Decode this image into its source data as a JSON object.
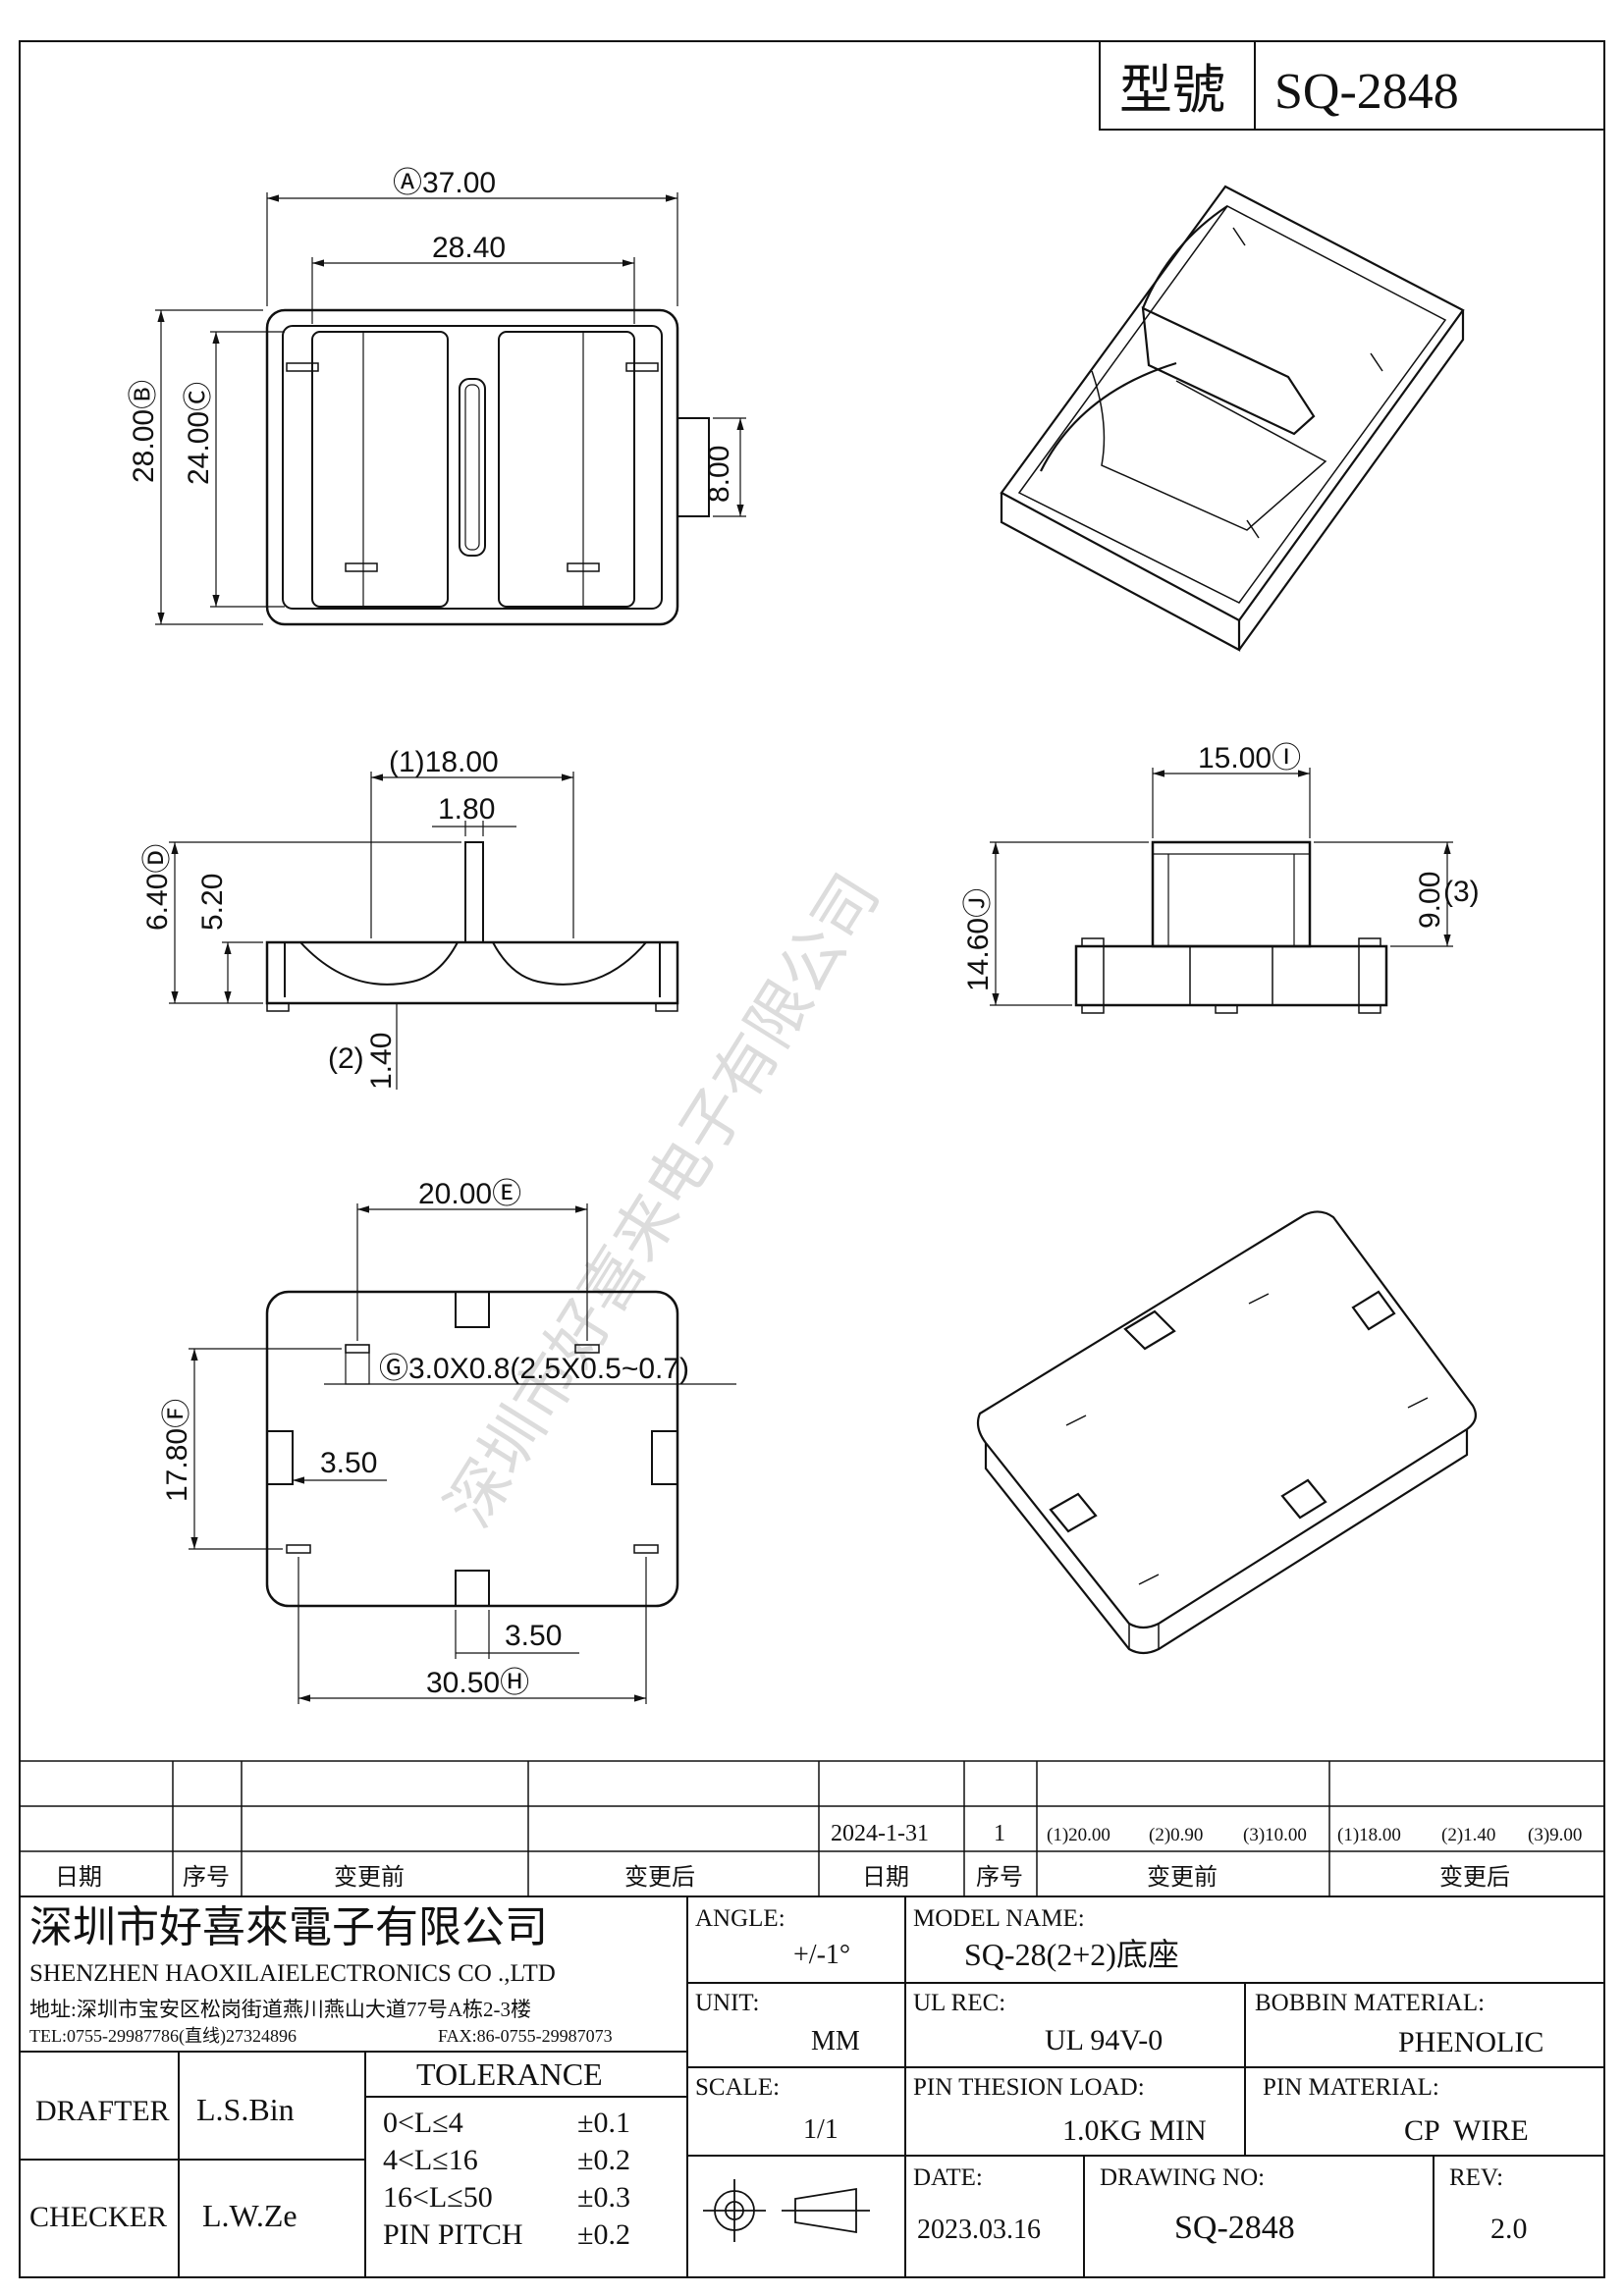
{
  "title_block": {
    "model_label": "型號",
    "model_value": "SQ-2848"
  },
  "watermark": "深圳市好喜来电子有限公司",
  "dims": {
    "a": "Ⓐ37.00",
    "top_inner": "28.40",
    "b": "28.00Ⓑ",
    "c": "24.00Ⓒ",
    "side_tab": "8.00",
    "front_1": "(1)18.00",
    "front_pin": "1.80",
    "d": "6.40Ⓓ",
    "front_520": "5.20",
    "front_2_label": "(2)",
    "front_2_val": "1.40",
    "i": "15.00Ⓘ",
    "j": "14.60Ⓙ",
    "side_3_val": "9.00",
    "side_3_label": "(3)",
    "e": "20.00Ⓔ",
    "g": "Ⓖ3.0X0.8(2.5X0.5~0.7)",
    "f": "17.80Ⓕ",
    "bot_350a": "3.50",
    "bot_350b": "3.50",
    "h": "30.50Ⓗ"
  },
  "revision": {
    "date": "2024-1-31",
    "seq": "1",
    "before": [
      "(1)20.00",
      "(2)0.90",
      "(3)10.00"
    ],
    "after": [
      "(1)18.00",
      "(2)1.40",
      "(3)9.00"
    ],
    "headers": [
      "日期",
      "序号",
      "变更前",
      "变更后",
      "日期",
      "序号",
      "变更前",
      "变更后"
    ]
  },
  "company": {
    "name_cn": "深圳市好喜來電子有限公司",
    "name_en": "SHENZHEN HAOXILAIELECTRONICS CO .,LTD",
    "address": "地址:深圳市宝安区松岗街道燕川燕山大道77号A栋2-3楼",
    "tel": "TEL:0755-29987786(直线)27324896",
    "fax": "FAX:86-0755-29987073"
  },
  "people": {
    "drafter_label": "DRAFTER",
    "drafter": "L.S.Bin",
    "checker_label": "CHECKER",
    "checker": "L.W.Ze"
  },
  "tolerance": {
    "title": "TOLERANCE",
    "rows": [
      [
        "0<L≤4",
        "±0.1"
      ],
      [
        "4<L≤16",
        "±0.2"
      ],
      [
        "16<L≤50",
        "±0.3"
      ],
      [
        "PIN PITCH",
        "±0.2"
      ]
    ]
  },
  "specs": {
    "angle_label": "ANGLE:",
    "angle": "+/-1°",
    "unit_label": "UNIT:",
    "unit": "MM",
    "scale_label": "SCALE:",
    "scale": "1/1",
    "model_name_label": "MODEL NAME:",
    "model_name": "SQ-28(2+2)底座",
    "ul_label": "UL REC:",
    "ul": "UL 94V-0",
    "bobbin_label": "BOBBIN MATERIAL:",
    "bobbin": "PHENOLIC",
    "pin_load_label": "PIN THESION LOAD:",
    "pin_load": "1.0KG MIN",
    "pin_mat_label": "PIN MATERIAL:",
    "pin_mat": "CP  WIRE",
    "date_label": "DATE:",
    "date": "2023.03.16",
    "drawing_label": "DRAWING NO:",
    "drawing": "SQ-2848",
    "rev_label": "REV:",
    "rev": "2.0"
  }
}
